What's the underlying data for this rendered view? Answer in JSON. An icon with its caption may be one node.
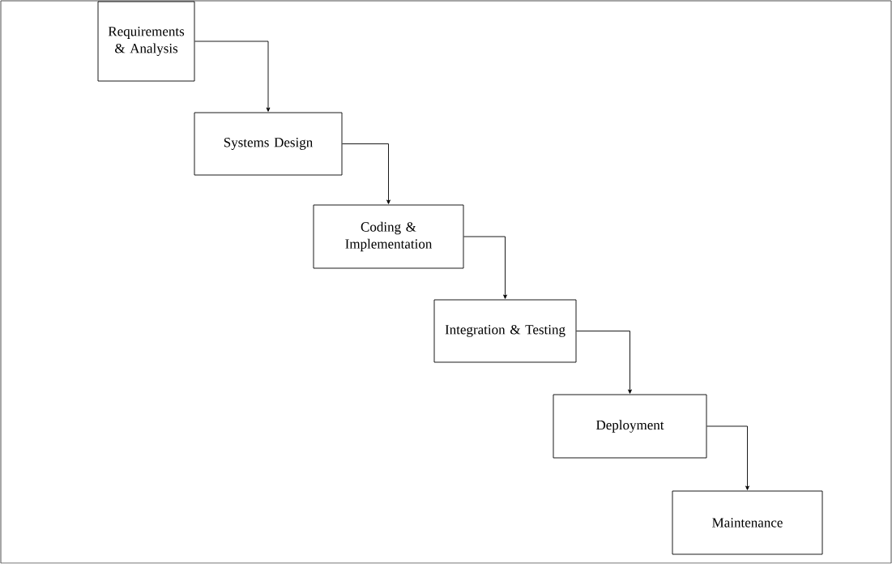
{
  "diagram": {
    "nodes": [
      {
        "text": [
          "Requirements & Analysis"
        ]
      },
      {
        "text": [
          "Systems Design"
        ]
      },
      {
        "text": [
          "Coding & Implementation"
        ]
      },
      {
        "text": [
          "Integration & Testing"
        ]
      },
      {
        "text": [
          "Deployment"
        ]
      },
      {
        "text": [
          "Maintenance"
        ]
      }
    ],
    "edges": [
      {
        "from": 0,
        "to": 1,
        "arrow": "to"
      },
      {
        "from": 1,
        "to": 2,
        "arrow": "to"
      },
      {
        "from": 2,
        "to": 3,
        "arrow": "to"
      },
      {
        "from": 3,
        "to": 4,
        "arrow": "to"
      },
      {
        "from": 4,
        "to": 5,
        "arrow": "to"
      }
    ]
  }
}
